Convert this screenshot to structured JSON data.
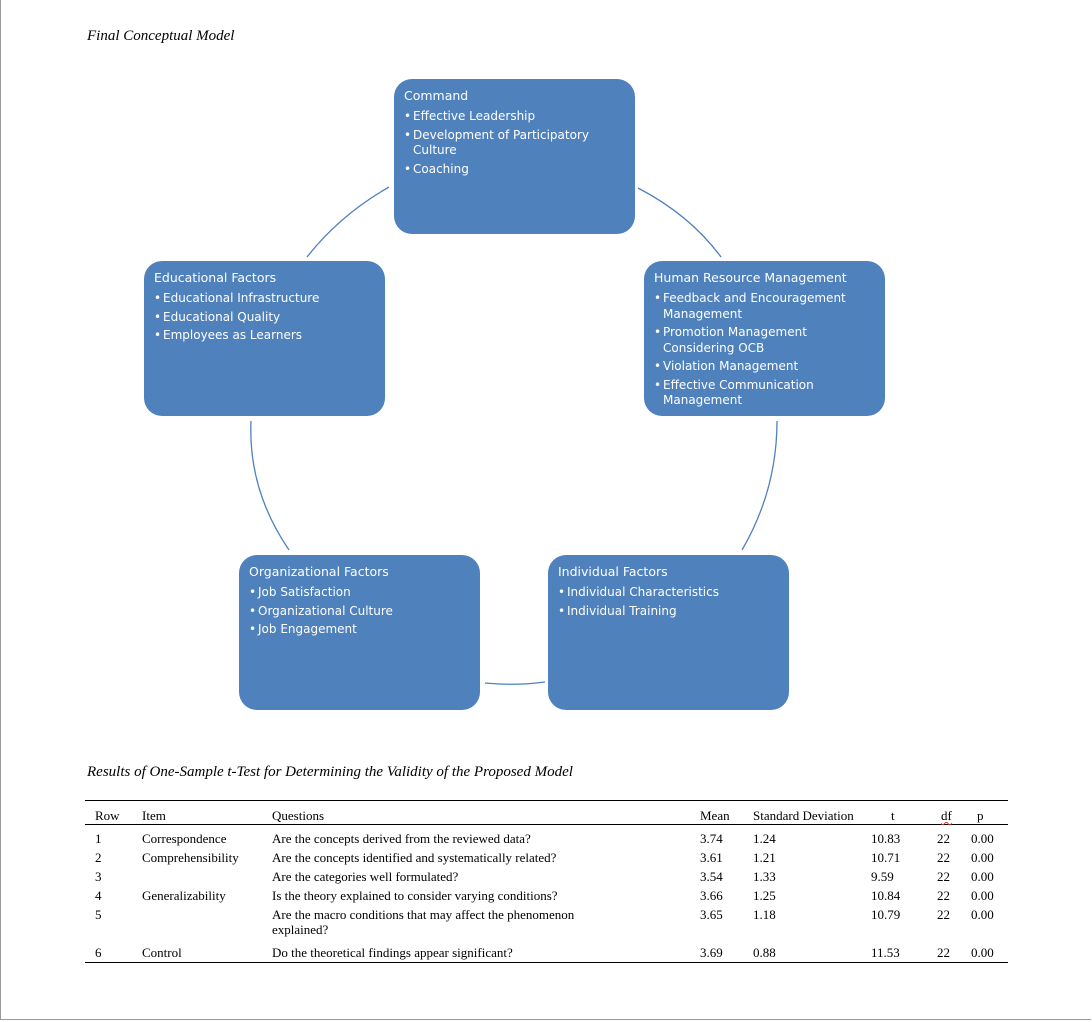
{
  "figure_caption": "Final Conceptual Model",
  "colors": {
    "box_fill": "#4F81BD",
    "connector": "#4F81BD"
  },
  "diagram": {
    "command": {
      "title": "Command",
      "items": [
        "Effective Leadership",
        "Development of Participatory Culture",
        "Coaching"
      ]
    },
    "educational": {
      "title": "Educational Factors",
      "items": [
        "Educational Infrastructure",
        "Educational Quality",
        "Employees as Learners"
      ]
    },
    "hrm": {
      "title": "Human Resource Management",
      "items": [
        "Feedback and Encouragement Management",
        "Promotion Management Considering OCB",
        "Violation Management",
        "Effective Communication Management"
      ]
    },
    "organizational": {
      "title": "Organizational Factors",
      "items": [
        "Job Satisfaction",
        "Organizational Culture",
        "Job Engagement"
      ]
    },
    "individual": {
      "title": "Individual Factors",
      "items": [
        "Individual Characteristics",
        "Individual Training"
      ]
    }
  },
  "table_caption": "Results of One-Sample t-Test for Determining the Validity of the Proposed Model",
  "table": {
    "headers": [
      "Row",
      "Item",
      "Questions",
      "Mean",
      "Standard Deviation",
      "t",
      "df",
      "p"
    ],
    "rows": [
      [
        "1",
        "Correspondence",
        "Are the concepts derived from the reviewed data?",
        "3.74",
        "1.24",
        "10.83",
        "22",
        "0.00"
      ],
      [
        "2",
        "Comprehensibility",
        "Are the concepts identified and systematically related?",
        "3.61",
        "1.21",
        "10.71",
        "22",
        "0.00"
      ],
      [
        "3",
        "",
        "Are the categories well formulated?",
        "3.54",
        "1.33",
        "9.59",
        "22",
        "0.00"
      ],
      [
        "4",
        "Generalizability",
        "Is the theory explained to consider varying conditions?",
        "3.66",
        "1.25",
        "10.84",
        "22",
        "0.00"
      ],
      [
        "5",
        "",
        "Are the macro conditions that may affect the phenomenon explained?",
        "3.65",
        "1.18",
        "10.79",
        "22",
        "0.00"
      ],
      [
        "6",
        "Control",
        "Do the theoretical findings appear significant?",
        "3.69",
        "0.88",
        "11.53",
        "22",
        "0.00"
      ]
    ]
  }
}
